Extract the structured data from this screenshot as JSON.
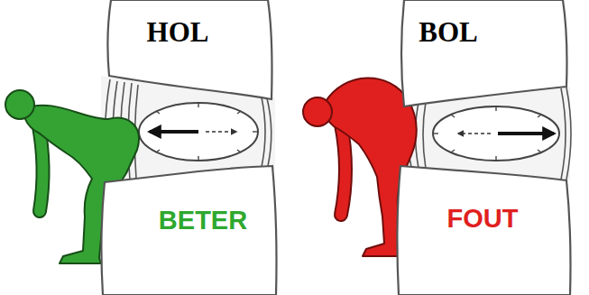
{
  "diagram": {
    "nodes": [
      {
        "text": [
          "HOL"
        ]
      },
      {
        "text": [
          "BOL"
        ]
      },
      {
        "text": [
          "BETER"
        ]
      },
      {
        "text": [
          "FOUT"
        ]
      }
    ]
  }
}
